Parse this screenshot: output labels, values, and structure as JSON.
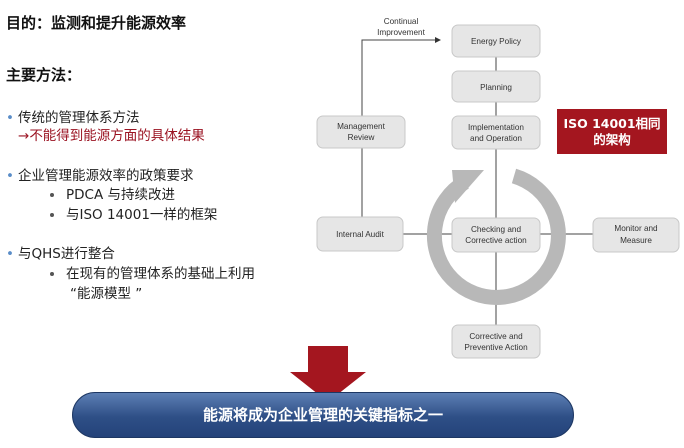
{
  "title": "目的：监测和提升能源效率",
  "methods_heading": "主要方法：",
  "bullets": [
    {
      "text": "传统的管理体系方法",
      "note": "不能得到能源方面的具体结果"
    },
    {
      "text": "企业管理能源效率的政策要求",
      "subs": [
        "PDCA 与持续改进",
        "与ISO 14001一样的框架"
      ]
    },
    {
      "text": "与QHS进行整合",
      "subs": [
        "在现有的管理体系的基础上利用",
        "“能源模型 ”"
      ]
    }
  ],
  "diagram": {
    "continual_1": "Continual",
    "continual_2": "Improvement",
    "energy_policy": "Energy Policy",
    "planning": "Planning",
    "impl_1": "Implementation",
    "impl_2": "and Operation",
    "checking_1": "Checking and",
    "checking_2": "Corrective action",
    "mgmt_1": "Management",
    "mgmt_2": "Review",
    "internal_audit": "Internal Audit",
    "monitor_1": "Monitor and",
    "monitor_2": "Measure",
    "corrective_1": "Corrective and",
    "corrective_2": "Preventive Action"
  },
  "iso_label": "ISO 14001相同的架构",
  "banner": "能源将成为企业管理的关键指标之一",
  "colors": {
    "accent_red": "#a4161f",
    "banner_blue": "#2e4f86",
    "box_gray": "#e6e6e6",
    "cycle_gray": "#b8b8b8"
  }
}
